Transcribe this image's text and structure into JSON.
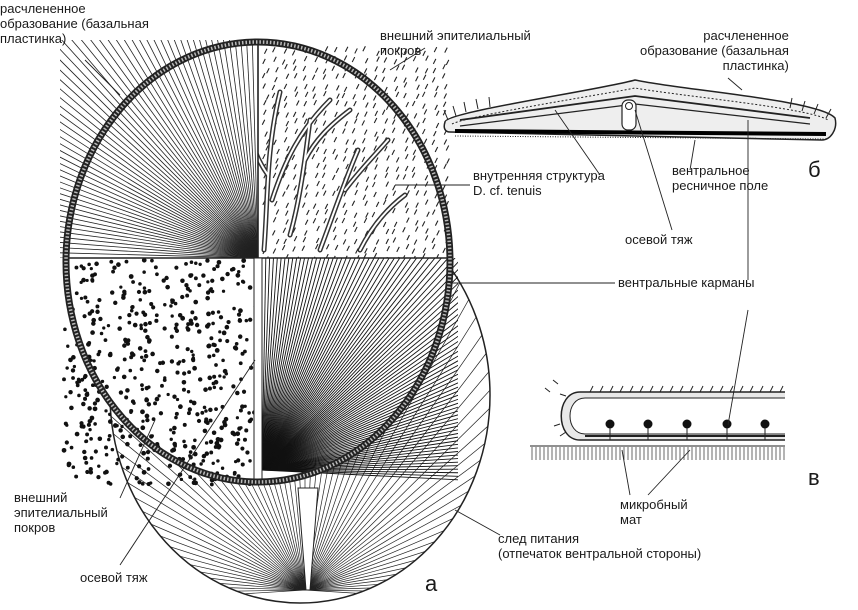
{
  "labels": {
    "a_basal_plate": "расчлененное\nобразование (базальная\nпластинка)",
    "a_outer_epithelium_top": "внешний эпителиальный\nпокров",
    "b_basal_plate": "расчлененное\nобразование (базальная\nпластинка)",
    "inner_structure": "внутренняя структура\nD. cf. tenuis",
    "ventral_ciliary_field": "вентральное\nресничное поле",
    "axial_cord_b": "осевой тяж",
    "ventral_pockets": "вентральные карманы",
    "a_outer_epithelium_bottom": "внешний\nэпителиальный\nпокров",
    "axial_cord_a": "осевой тяж",
    "microbial_mat": "микробный\nмат",
    "feeding_trace": "след питания\n(отпечаток вентральной стороны)",
    "panel_a": "а",
    "panel_b": "б",
    "panel_c": "в"
  }
}
